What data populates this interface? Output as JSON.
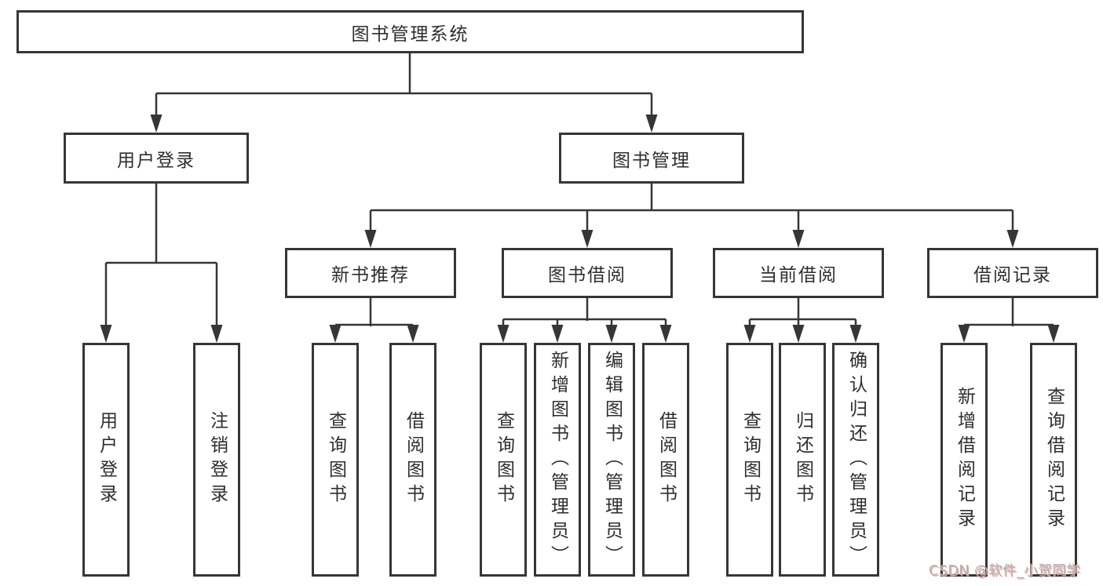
{
  "diagram_title": "图书管理系统",
  "tree": {
    "root": {
      "label": "图书管理系统"
    },
    "children": [
      {
        "label": "用户登录",
        "children": [
          {
            "label": "用户登录"
          },
          {
            "label": "注销登录"
          }
        ]
      },
      {
        "label": "图书管理",
        "children": [
          {
            "label": "新书推荐",
            "children": [
              {
                "label": "查询图书"
              },
              {
                "label": "借阅图书"
              }
            ]
          },
          {
            "label": "图书借阅",
            "children": [
              {
                "label": "查询图书"
              },
              {
                "label": "新增图书（管理员）"
              },
              {
                "label": "编辑图书（管理员）"
              },
              {
                "label": "借阅图书"
              }
            ]
          },
          {
            "label": "当前借阅",
            "children": [
              {
                "label": "查询图书"
              },
              {
                "label": "归还图书"
              },
              {
                "label": "确认归还（管理员）"
              }
            ]
          },
          {
            "label": "借阅记录",
            "children": [
              {
                "label": "新增借阅记录"
              },
              {
                "label": "查询借阅记录"
              }
            ]
          }
        ]
      }
    ]
  },
  "watermark": {
    "text": "CSDN @软件_小贺同学"
  },
  "colors": {
    "line": "#363636",
    "box_border": "#363636",
    "text": "#2e2e2e",
    "background": "#ffffff",
    "watermark_text": "#b3b3b3",
    "watermark_shadow": "#e9a8a8"
  }
}
